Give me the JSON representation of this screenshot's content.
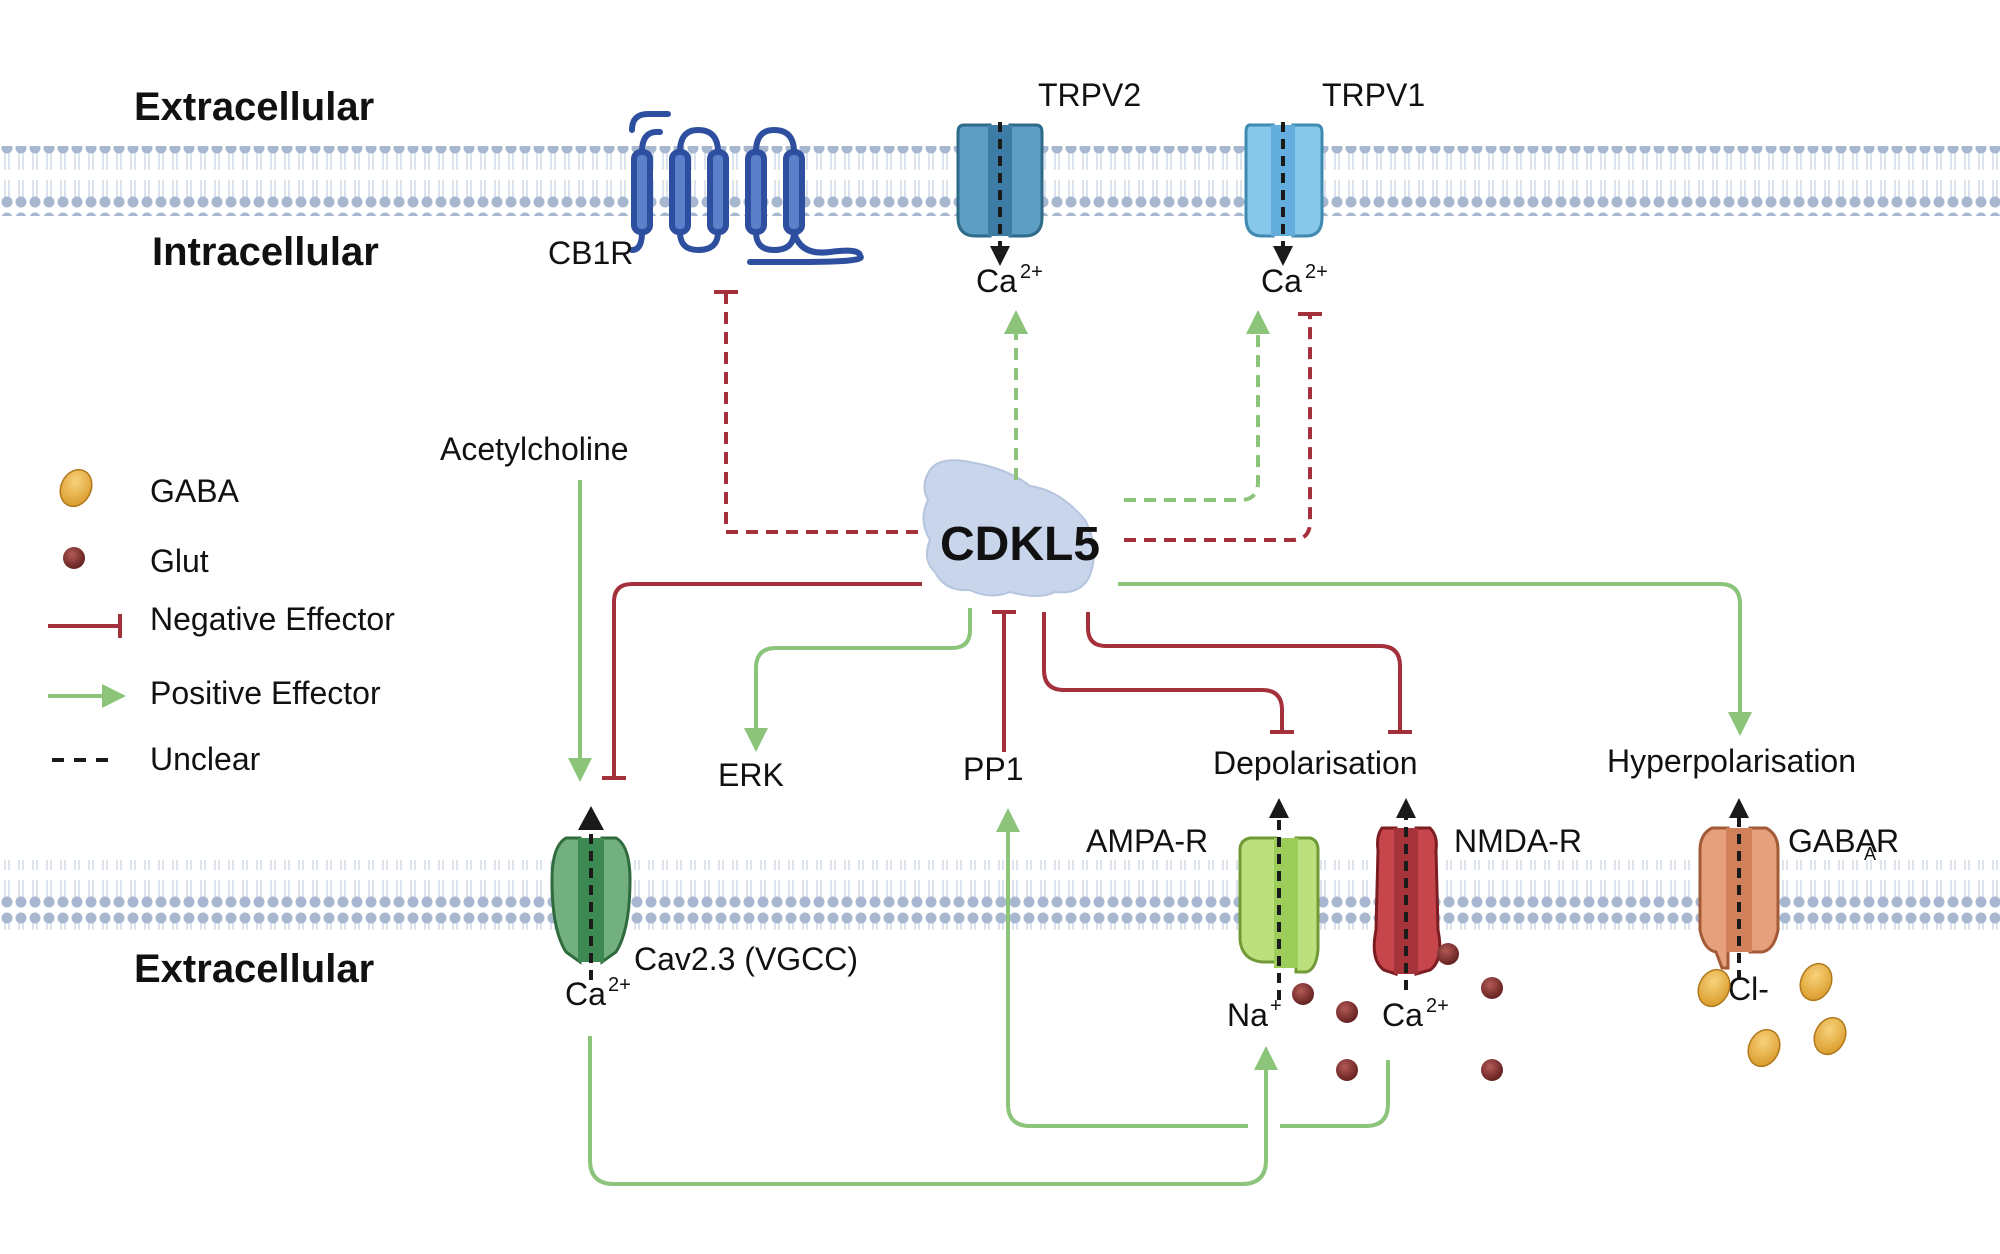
{
  "compartments": {
    "top_extracellular": "Extracellular",
    "top_intracellular": "Intracellular",
    "bottom_extracellular": "Extracellular"
  },
  "center": {
    "label": "CDKL5"
  },
  "receptors": {
    "cb1r": "CB1R",
    "trpv2": "TRPV2",
    "trpv1": "TRPV1",
    "cav": "Cav2.3 (VGCC)",
    "ampa": "AMPA-R",
    "nmda": "NMDA-R",
    "gabaa_main": "GABA",
    "gabaa_sub": "A",
    "gabaa_end": "R"
  },
  "ions": {
    "ca": "Ca",
    "ca_sup": "2+",
    "na": "Na",
    "na_sup": "+",
    "cl": "Cl-"
  },
  "nodes": {
    "acetylcholine": "Acetylcholine",
    "erk": "ERK",
    "pp1": "PP1",
    "depolarisation": "Depolarisation",
    "hyperpolarisation": "Hyperpolarisation"
  },
  "legend": {
    "gaba": "GABA",
    "glut": "Glut",
    "negative": "Negative Effector",
    "positive": "Positive Effector",
    "unclear": "Unclear"
  },
  "colors": {
    "negative": "#a3303a",
    "positive": "#8cc47a",
    "membrane": "#9fb3cc",
    "cdkl5": "#c9d5ea",
    "cb1r": "#2e4fa0",
    "trpv2": "#5c9ec4",
    "trpv1": "#87c8ea",
    "cav": "#5ea56e",
    "ampa": "#bde07e",
    "nmda": "#c7464b",
    "gabaa": "#e6a07c",
    "gaba_ball": "#e8b447",
    "glut_ball": "#7e2b2b"
  }
}
